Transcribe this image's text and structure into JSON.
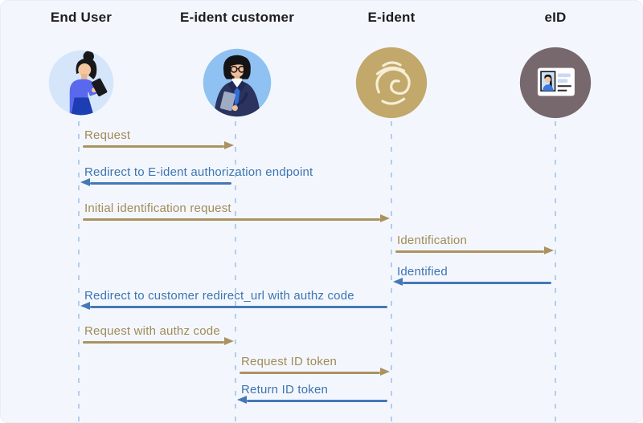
{
  "colors": {
    "background": "#f3f7fd",
    "gold_arrow": "#ab9261",
    "gold_text": "#a18a58",
    "blue_arrow": "#4478b6",
    "blue_text": "#3c74b2",
    "lifeline": "#b3cdee",
    "heading": "#1d1d1f",
    "end_user_circle": "#d5e6fb",
    "customer_circle": "#8fc1f2",
    "e_ident_circle": "#c2a86b",
    "eid_circle": "#76686c"
  },
  "actors": [
    {
      "id": "end_user",
      "name": "End User",
      "icon": "woman-with-tablet-icon"
    },
    {
      "id": "e_ident_customer",
      "name": "E-ident customer",
      "icon": "man-in-suit-icon"
    },
    {
      "id": "e_ident",
      "name": "E-ident",
      "icon": "fingerprint-icon"
    },
    {
      "id": "eid",
      "name": "eID",
      "icon": "id-card-icon"
    }
  ],
  "messages": [
    {
      "label": "Request",
      "from": "end_user",
      "to": "e_ident_customer",
      "color": "gold"
    },
    {
      "label": "Redirect to E-ident authorization endpoint",
      "from": "e_ident_customer",
      "to": "end_user",
      "color": "blue"
    },
    {
      "label": "Initial identification request",
      "from": "end_user",
      "to": "e_ident",
      "color": "gold"
    },
    {
      "label": "Identification",
      "from": "e_ident",
      "to": "eid",
      "color": "gold"
    },
    {
      "label": "Identified",
      "from": "eid",
      "to": "e_ident",
      "color": "blue"
    },
    {
      "label": "Redirect to customer redirect_url with authz code",
      "from": "e_ident",
      "to": "end_user",
      "color": "blue"
    },
    {
      "label": "Request with authz code",
      "from": "end_user",
      "to": "e_ident_customer",
      "color": "gold"
    },
    {
      "label": "Request ID token",
      "from": "e_ident_customer",
      "to": "e_ident",
      "color": "gold"
    },
    {
      "label": "Return ID token",
      "from": "e_ident",
      "to": "e_ident_customer",
      "color": "blue"
    }
  ]
}
